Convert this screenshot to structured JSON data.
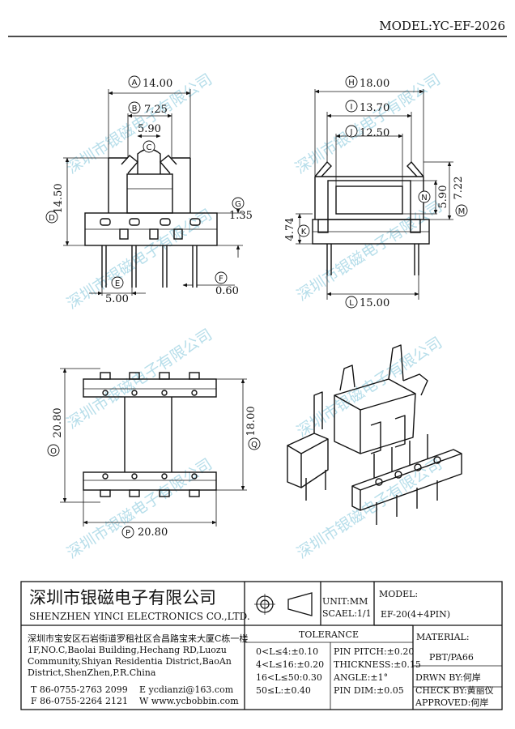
{
  "model_header": "MODEL:YC-EF-2026",
  "watermark": "深圳市银磁电子有限公司",
  "dimensions": {
    "A": {
      "label": "A",
      "value": "14.00"
    },
    "B": {
      "label": "B",
      "value": "7.25"
    },
    "C": {
      "label": "C",
      "value": "5.90"
    },
    "D": {
      "label": "D",
      "value": "14.50"
    },
    "E": {
      "label": "E",
      "value": "5.00"
    },
    "F": {
      "label": "F",
      "value": "0.60"
    },
    "G": {
      "label": "G",
      "value": "1.35"
    },
    "H": {
      "label": "H",
      "value": "18.00"
    },
    "I": {
      "label": "I",
      "value": "13.70"
    },
    "J": {
      "label": "J",
      "value": "12.50"
    },
    "K": {
      "label": "K",
      "value": "4.74"
    },
    "L": {
      "label": "L",
      "value": "15.00"
    },
    "M": {
      "label": "M",
      "value": "7.22"
    },
    "N": {
      "label": "N",
      "value": "5.90"
    },
    "O": {
      "label": "O",
      "value": "20.80"
    },
    "P": {
      "label": "P",
      "value": "20.80"
    },
    "Q": {
      "label": "Q",
      "value": "18.00"
    }
  },
  "title_block": {
    "company_cn": "深圳市银磁电子有限公司",
    "company_en": "SHENZHEN YINCI ELECTRONICS CO.,LTD.",
    "address_cn": "深圳市宝安区石岩街道罗租社区合昌路宝来大厦C栋一楼",
    "address_en": [
      "1F,NO.C,Baolai Building,Hechang RD,Luozu",
      "Community,Shiyan Residentia District,BaoAn",
      "District,ShenZhen,P.R.China"
    ],
    "tel": "T 86-0755-2763 2099",
    "fax": "F 86-0755-2264 2121",
    "email": "E ycdianzi@163.com",
    "web": "W www.ycbobbin.com",
    "unit": "UNIT:MM",
    "scale": "SCAEL:1/1",
    "model_label": "MODEL:",
    "model_value": "EF-20(4+4PIN)",
    "tolerance_title": "TOLERANCE",
    "tolerance_left": [
      "0<L≤4:±0.10",
      "4<L≤16:±0.20",
      "16<L≤50:0.30",
      "50≤L:±0.40"
    ],
    "tolerance_right": [
      "PIN PITCH:±0.20",
      "THICKNESS:±0.15",
      "ANGLE:±1°",
      "PIN DIM:±0.05"
    ],
    "material_label": "MATERIAL:",
    "material_value": "PBT/PA66",
    "drawn_by": "DRWN BY:何岸",
    "check_by": "CHECK BY:黄丽仪",
    "approved": "APPROVED:何岸"
  }
}
